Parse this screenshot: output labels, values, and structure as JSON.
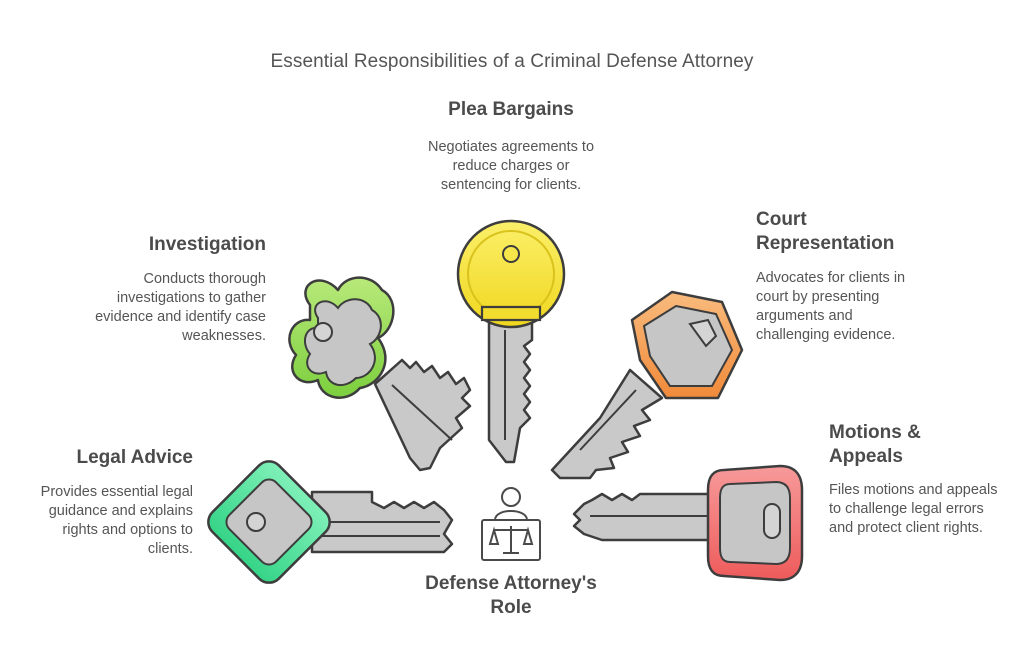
{
  "title": "Essential Responsibilities of a Criminal Defense Attorney",
  "center": {
    "label": "Defense Attorney's Role",
    "icon": "attorney-scales-icon"
  },
  "items": [
    {
      "heading": "Plea Bargains",
      "description": "Negotiates agreements to reduce charges or sentencing for clients.",
      "color": "#f2dc2e",
      "icon": "round-key-icon"
    },
    {
      "heading": "Investigation",
      "description": "Conducts thorough investigations to gather evidence and identify case weaknesses.",
      "color": "#8fd14f",
      "icon": "clover-key-icon"
    },
    {
      "heading": "Court Representation",
      "description": "Advocates for clients in court by presenting arguments and challenging evidence.",
      "color": "#f5a25a",
      "icon": "hexagon-key-icon"
    },
    {
      "heading": "Legal Advice",
      "description": "Provides essential legal guidance and explains rights and options to clients.",
      "color": "#4ddb95",
      "icon": "diamond-key-icon"
    },
    {
      "heading": "Motions & Appeals",
      "description": "Files motions and appeals to challenge legal errors and protect client rights.",
      "color": "#f26b6b",
      "icon": "rounded-rect-key-icon"
    }
  ]
}
